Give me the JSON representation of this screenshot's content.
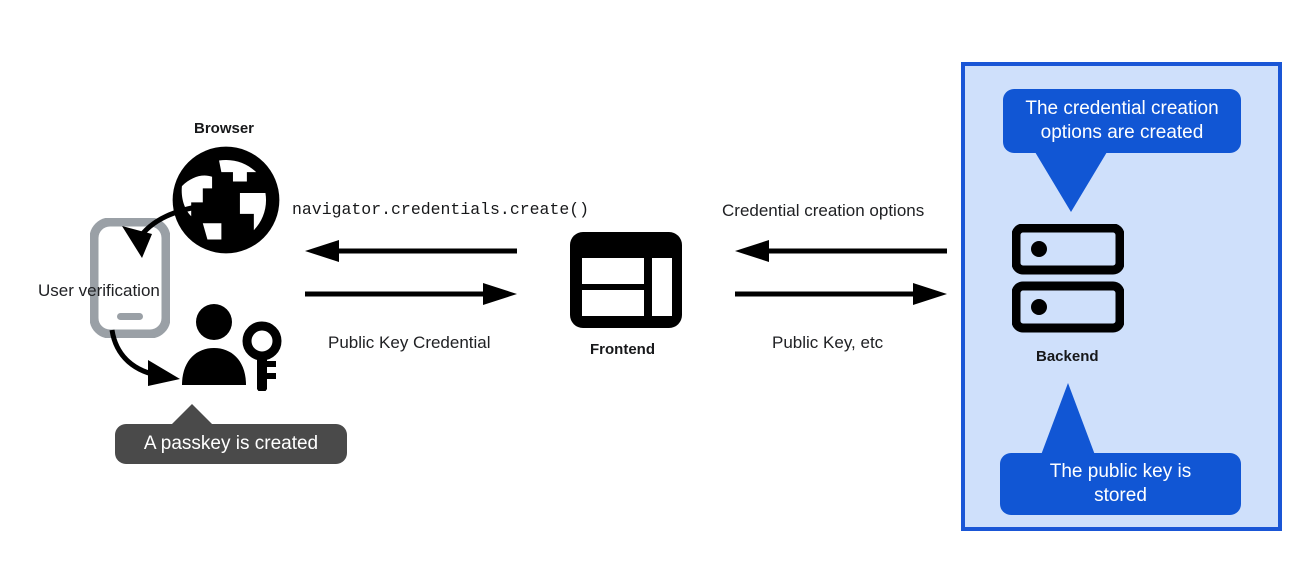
{
  "diagram": {
    "title": "WebAuthn passkey registration flow",
    "background": "#ffffff"
  },
  "colors": {
    "accent_blue": "#1156d4",
    "panel_fill": "#cfe0fb",
    "panel_border": "#1a56d6",
    "tooltip_gray": "#4a4a4a",
    "phone_gray": "#9aa0a6",
    "icon_black": "#000000",
    "text_dark": "#202124"
  },
  "client": {
    "browser_label": "Browser",
    "browser_icon": "globe-icon",
    "phone_icon": "mobile-phone-icon",
    "user_key_icon": "user-with-key-icon",
    "user_verification_label": "User verification",
    "arrow_globe_to_phone": "curved-arrow-icon",
    "arrow_phone_to_user": "curved-arrow-icon",
    "passkey_tooltip": "A passkey is created"
  },
  "frontend": {
    "label": "Frontend",
    "icon": "frontend-layout-icon"
  },
  "backend": {
    "label": "Backend",
    "icon": "server-rack-icon",
    "callout_top": "The credential creation options are created",
    "callout_top_lines": [
      "The credential creation",
      "options are created"
    ],
    "callout_bottom": "The public key is stored",
    "callout_bottom_lines": [
      "The public key is",
      "stored"
    ]
  },
  "flows": {
    "browser_frontend": {
      "top_label": "navigator.credentials.create()",
      "top_direction": "left",
      "bottom_label": "Public Key Credential",
      "bottom_direction": "right"
    },
    "frontend_backend": {
      "top_label": "Credential creation options",
      "top_direction": "left",
      "bottom_label": "Public Key, etc",
      "bottom_direction": "right"
    }
  }
}
